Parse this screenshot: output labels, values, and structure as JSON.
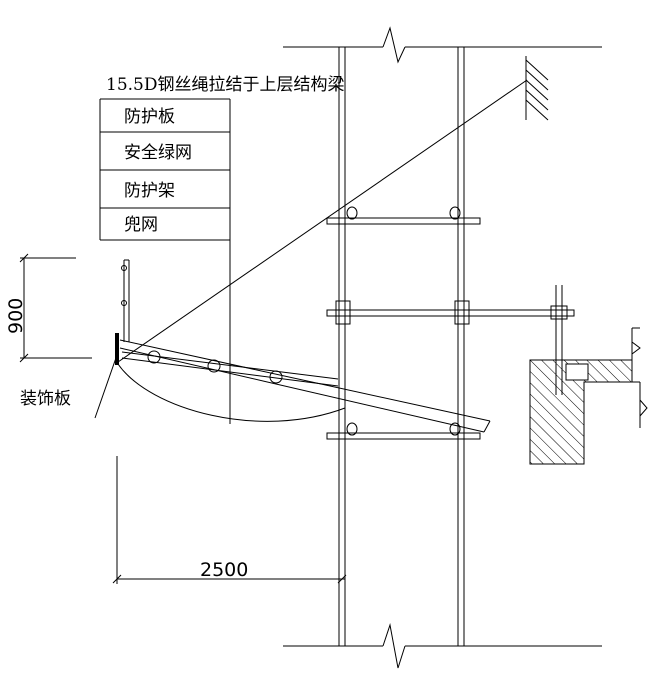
{
  "labels": {
    "wire_rope": "15.5D钢丝绳拉结于上层结构梁",
    "legend": [
      "防护板",
      "安全绿网",
      "防护架",
      "兜网"
    ],
    "decor_board": "装饰板",
    "dim_height": "900",
    "dim_width": "2500"
  }
}
